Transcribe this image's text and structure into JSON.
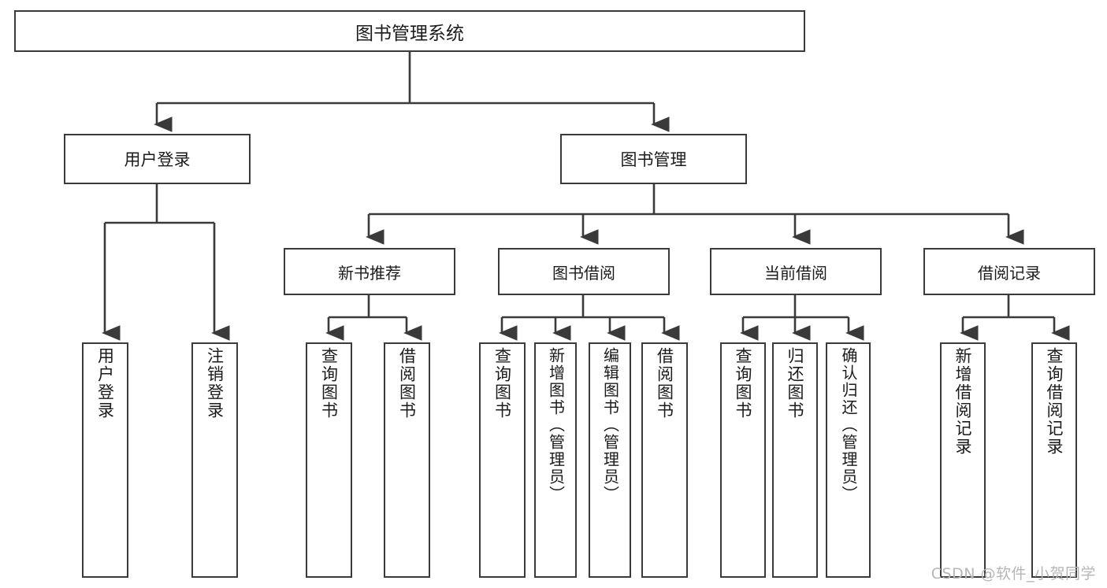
{
  "diagram": {
    "title_node": {
      "label": "图书管理系统"
    },
    "level1": [
      {
        "label": "用户登录"
      },
      {
        "label": "图书管理"
      }
    ],
    "level2": [
      {
        "label": "新书推荐"
      },
      {
        "label": "图书借阅"
      },
      {
        "label": "当前借阅"
      },
      {
        "label": "借阅记录"
      }
    ],
    "leaves": {
      "user_login": [
        {
          "label": "用户登录"
        },
        {
          "label": "注销登录"
        }
      ],
      "new_book_recommend": [
        {
          "label": "查询图书"
        },
        {
          "label": "借阅图书"
        }
      ],
      "book_borrow": [
        {
          "label": "查询图书"
        },
        {
          "label": "新增图书（管理员）"
        },
        {
          "label": "编辑图书（管理员）"
        },
        {
          "label": "借阅图书"
        }
      ],
      "current_borrow": [
        {
          "label": "查询图书"
        },
        {
          "label": "归还图书"
        },
        {
          "label": "确认归还（管理员）"
        }
      ],
      "borrow_record": [
        {
          "label": "新增借阅记录"
        },
        {
          "label": "查询借阅记录"
        }
      ]
    },
    "watermark": "CSDN @软件_小贺同学",
    "colors": {
      "stroke": "#3a3a3a",
      "text": "#1b1b1b",
      "background": "#ffffff",
      "watermark": "#b6b6b6"
    }
  }
}
